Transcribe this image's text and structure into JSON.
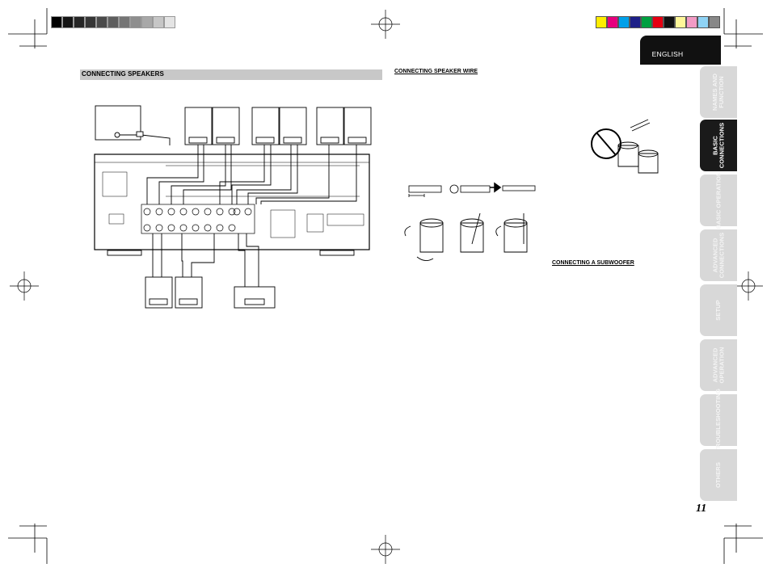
{
  "print_marks": {
    "gray_swatches": [
      "#000000",
      "#151515",
      "#262626",
      "#363636",
      "#4a4a4a",
      "#5e5e5e",
      "#757575",
      "#8e8e8e",
      "#a8a8a8",
      "#c6c6c6",
      "#e4e4e4"
    ],
    "color_swatches": [
      "#ffed00",
      "#e6007e",
      "#00a0e9",
      "#1d2088",
      "#00a040",
      "#e60012",
      "#111111",
      "#fff799",
      "#f29bc5",
      "#8fd3f5",
      "#888888"
    ]
  },
  "language_tab": {
    "label": "ENGLISH",
    "color": "#111111"
  },
  "main_section": {
    "title": "CONNECTING SPEAKERS",
    "bar_color": "#c8c8c8"
  },
  "subsections": {
    "speaker_wire": {
      "title": "CONNECTING SPEAKER WIRE"
    },
    "subwoofer": {
      "title": "CONNECTING A SUBWOOFER"
    }
  },
  "side_tabs": [
    {
      "label": "NAMES AND\nFUNCTION",
      "active": false
    },
    {
      "label": "BASIC\nCONNECTIONS",
      "active": true
    },
    {
      "label": "BASIC OPERATION",
      "active": false
    },
    {
      "label": "ADVANCED\nCONNECTIONS",
      "active": false
    },
    {
      "label": "SETUP",
      "active": false
    },
    {
      "label": "ADVANCED\nOPERATION",
      "active": false
    },
    {
      "label": "TROUBLESHOOTING",
      "active": false
    },
    {
      "label": "OTHERS",
      "active": false
    }
  ],
  "page_number": "11",
  "icons": {
    "prohibited": "prohibited-circle-icon",
    "arrow": "right-arrow-icon",
    "registration": "registration-crosshair-icon"
  }
}
